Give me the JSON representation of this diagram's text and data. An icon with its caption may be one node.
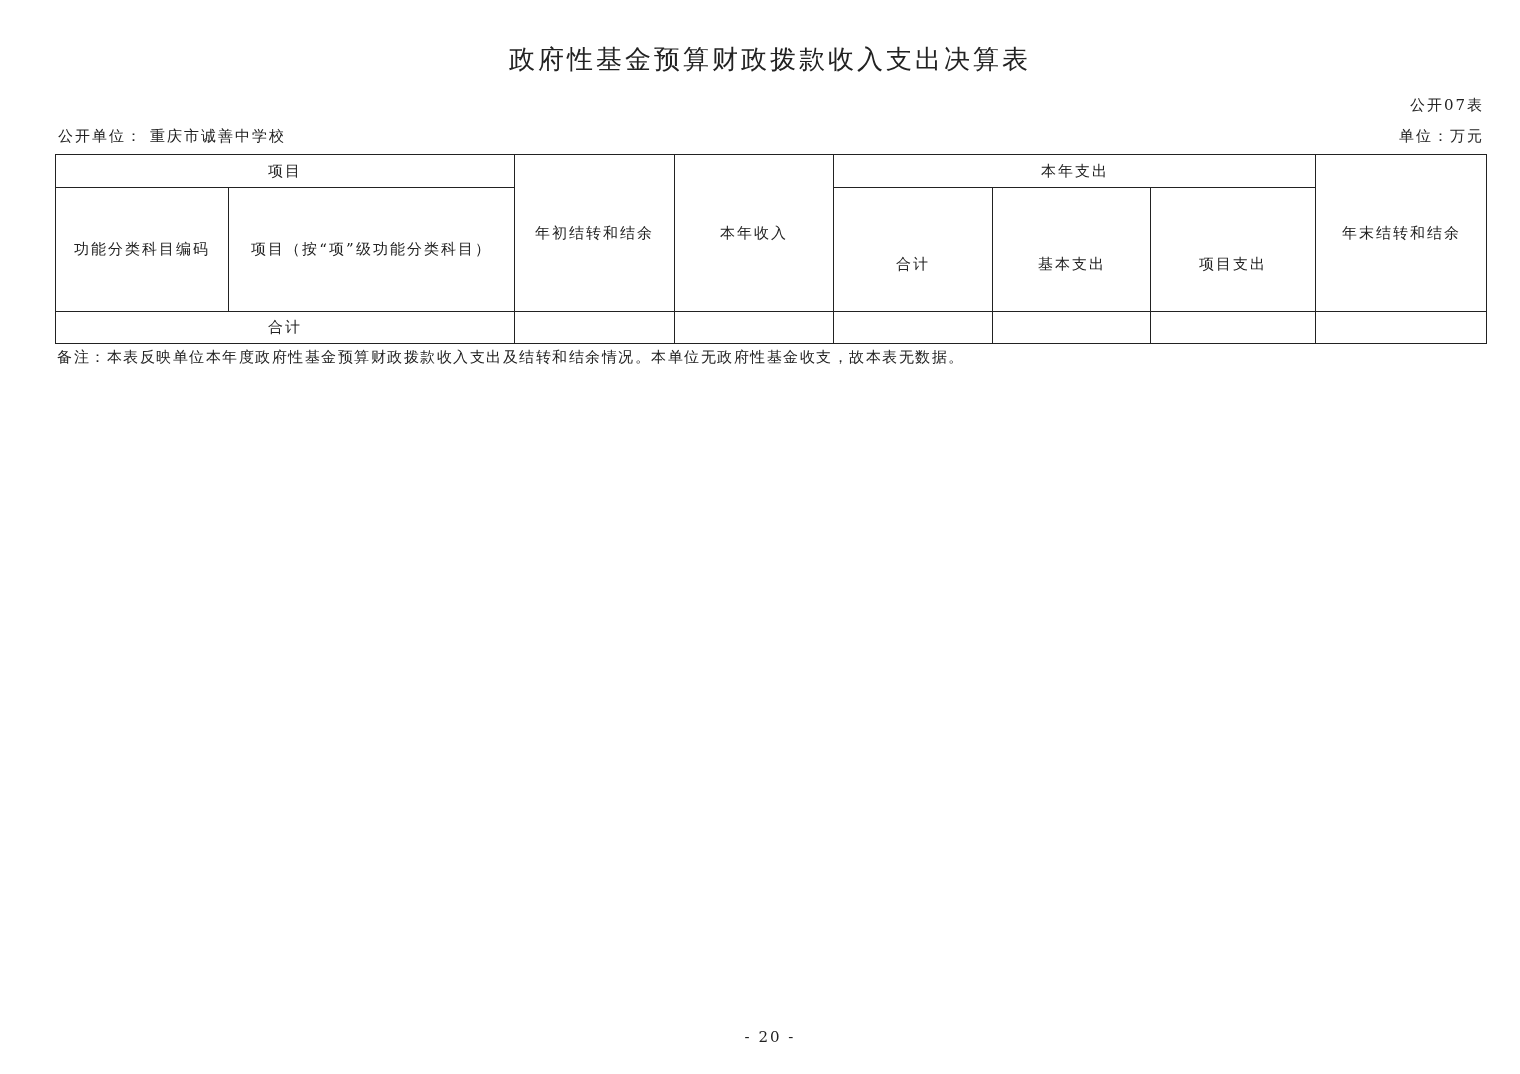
{
  "diagram": {
    "title": "政府性基金预算财政拨款收入支出决算表",
    "labels": [
      "公开07表",
      "公开单位： 重庆市诚善中学校",
      "单位：万元",
      "项目",
      "年初结转和结余",
      "本年收入",
      "本年支出",
      "年末结转和结余",
      "功能分类科目编码",
      "项目（按“项”级功能分类科目）",
      "合计",
      "基本支出",
      "项目支出",
      "合计",
      "备注：本表反映单位本年度政府性基金预算财政拨款收入支出及结转和结余情况。本单位无政府性基金收支，故本表无数据。",
      "- 20 -"
    ]
  }
}
